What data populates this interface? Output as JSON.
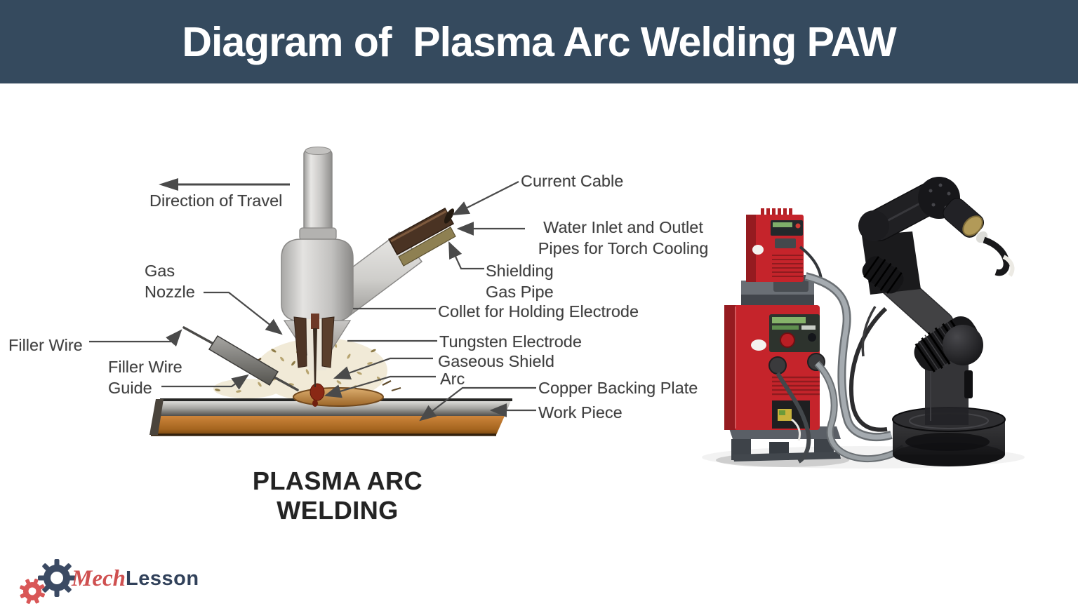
{
  "header": {
    "title": "Diagram of  Plasma Arc Welding PAW",
    "bg_color": "#354a5e",
    "text_color": "#ffffff"
  },
  "diagram": {
    "caption": "PLASMA ARC WELDING",
    "labels": {
      "direction_of_travel": "Direction of Travel",
      "current_cable": "Current Cable",
      "water_pipes": "Water Inlet and Outlet\nPipes for Torch Cooling",
      "shielding_gas_pipe": "Shielding\nGas Pipe",
      "collet": "Collet for Holding Electrode",
      "gas_nozzle": "Gas\nNozzle",
      "tungsten_electrode": "Tungsten Electrode",
      "gaseous_shield": "Gaseous Shield",
      "arc": "Arc",
      "copper_backing_plate": "Copper Backing Plate",
      "work_piece": "Work Piece",
      "filler_wire": "Filler Wire",
      "filler_wire_guide": "Filler Wire\nGuide"
    }
  },
  "photo": {
    "description_colors": {
      "machine_red": "#c5242b",
      "machine_dark_red": "#951b20",
      "robot_black": "#1b1b1d",
      "brass": "#b29a58",
      "hose_gray": "#9aa0a4"
    }
  },
  "logo": {
    "mech": "Mech",
    "lesson": "Lesson",
    "red": "#cf5050",
    "dark": "#31415a"
  }
}
